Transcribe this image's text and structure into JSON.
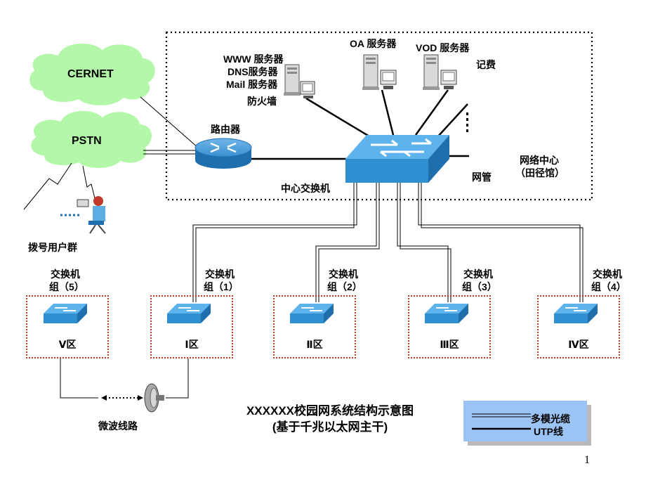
{
  "clouds": {
    "cernet": "CERNET",
    "pstn": "PSTN"
  },
  "servers": {
    "www": "WWW  服务器",
    "dns": "DNS服务器",
    "mail": "Mail 服务器",
    "firewall": "防火墙",
    "oa": "OA 服务器",
    "vod": "VOD 服务器",
    "billing": "记费"
  },
  "router": "路由器",
  "core_switch": "中心交换机",
  "netmgmt": "网管",
  "network_center": {
    "line1": "网络中心",
    "line2": "（田径馆）"
  },
  "dialup": "拨号用户群",
  "groups": [
    {
      "line1": "交换机",
      "line2": "组（5）",
      "zone": "Ⅴ区"
    },
    {
      "line1": "交换机",
      "line2": "组（1）",
      "zone": "Ⅰ区"
    },
    {
      "line1": "交换机",
      "line2": "组（2）",
      "zone": "Ⅱ区"
    },
    {
      "line1": "交换机",
      "line2": "组（3）",
      "zone": "Ⅲ区"
    },
    {
      "line1": "交换机",
      "line2": "组（4）",
      "zone": "Ⅳ区"
    }
  ],
  "microwave": "微波线路",
  "title": {
    "line1": "XXXXXX校园网系统结构示意图",
    "line2": "(基于千兆以太网主干)"
  },
  "legend": {
    "fiber": "多模光缆",
    "utp": "UTP线"
  },
  "page_number": "1",
  "colors": {
    "cloud": "#b3f7a8",
    "switch": "#2f8fd0",
    "region_border": "#c0392b",
    "legend_bg": "#9cc3f5"
  }
}
